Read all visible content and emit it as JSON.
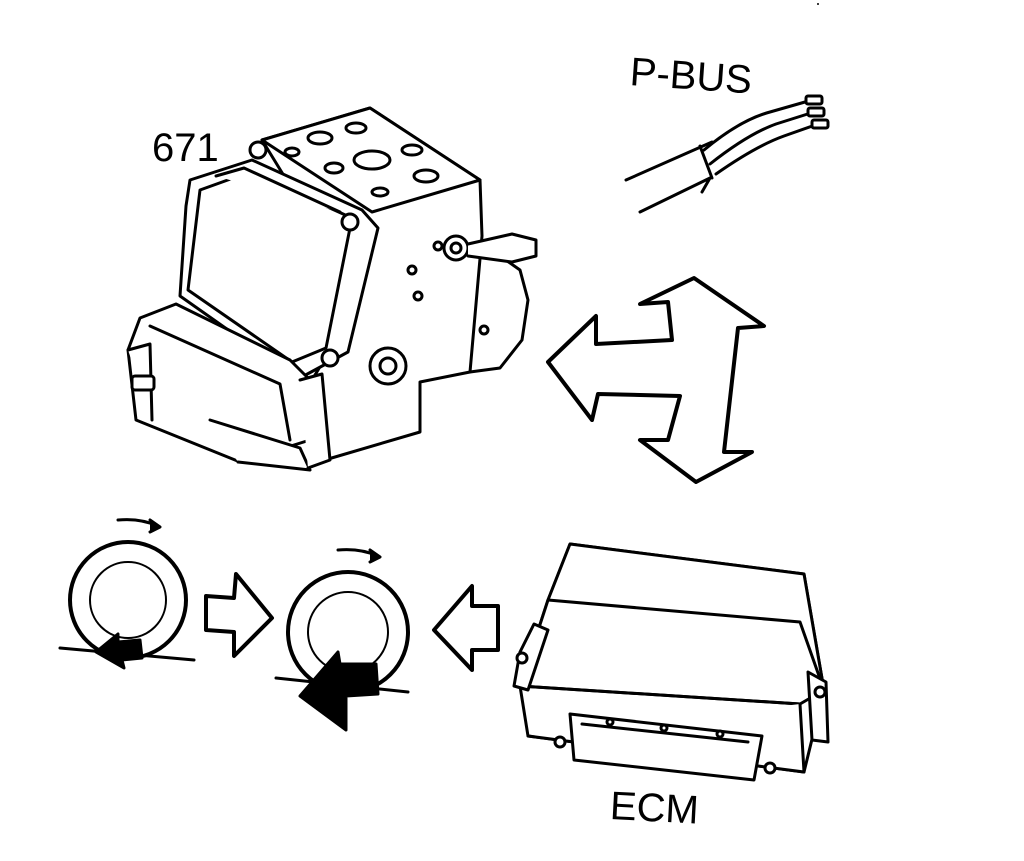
{
  "labels": {
    "part_number": "671",
    "bus": "P-BUS",
    "module": "ECM"
  },
  "colors": {
    "ink": "#000000",
    "paper": "#ffffff"
  }
}
